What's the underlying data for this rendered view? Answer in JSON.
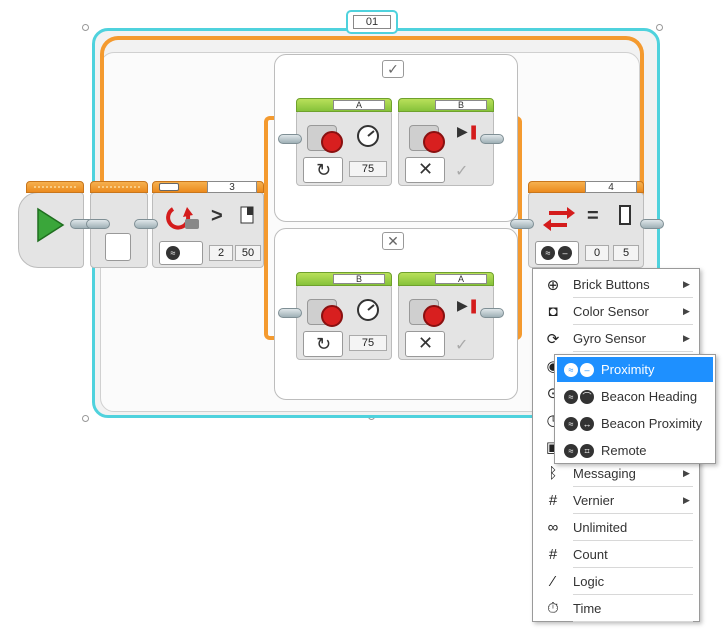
{
  "loop": {
    "name": "01"
  },
  "blocks": {
    "start": {},
    "wait": {},
    "switch": {
      "number": "3",
      "compare": ">",
      "port": "2",
      "threshold": "50"
    },
    "true_case": {
      "case_icon": "✓",
      "motor1": {
        "port": "A",
        "power": "75"
      },
      "motor2": {
        "port": "B"
      }
    },
    "false_case": {
      "case_icon": "✕",
      "motor1": {
        "port": "B",
        "power": "75"
      },
      "motor2": {
        "port": "A"
      }
    },
    "loop_end": {
      "number": "4",
      "compare": "=",
      "port": "0",
      "value": "5"
    }
  },
  "menu": {
    "items": [
      {
        "label": "Brick Buttons",
        "icon": "brick-buttons-icon",
        "has_submenu": true
      },
      {
        "label": "Color Sensor",
        "icon": "color-sensor-icon",
        "has_submenu": true
      },
      {
        "label": "Gyro Sensor",
        "icon": "gyro-sensor-icon",
        "has_submenu": true
      },
      {
        "label": "",
        "icon": "infrared-sensor-icon",
        "has_submenu": true
      },
      {
        "label": "",
        "icon": "motor-rotation-icon",
        "has_submenu": true
      },
      {
        "label": "",
        "icon": "timer-icon",
        "has_submenu": true
      },
      {
        "label": "",
        "icon": "touch-sensor-icon",
        "has_submenu": true
      },
      {
        "label": "Messaging",
        "icon": "bluetooth-icon",
        "has_submenu": true
      },
      {
        "label": "Vernier",
        "icon": "hash-icon",
        "has_submenu": true
      },
      {
        "label": "Unlimited",
        "icon": "infinity-icon",
        "has_submenu": false
      },
      {
        "label": "Count",
        "icon": "hash-icon",
        "has_submenu": false
      },
      {
        "label": "Logic",
        "icon": "logic-icon",
        "has_submenu": false
      },
      {
        "label": "Time",
        "icon": "stopwatch-icon",
        "has_submenu": false
      }
    ]
  },
  "submenu": {
    "items": [
      {
        "label": "Proximity",
        "icon": "proximity-icon",
        "selected": true
      },
      {
        "label": "Beacon Heading",
        "icon": "beacon-heading-icon",
        "selected": false
      },
      {
        "label": "Beacon Proximity",
        "icon": "beacon-proximity-icon",
        "selected": false
      },
      {
        "label": "Remote",
        "icon": "remote-icon",
        "selected": false
      }
    ]
  },
  "colors": {
    "loop_border": "#4fd2dd",
    "flow": "#f49a2f",
    "selected": "#1e90ff",
    "start": "#3aa63a"
  }
}
